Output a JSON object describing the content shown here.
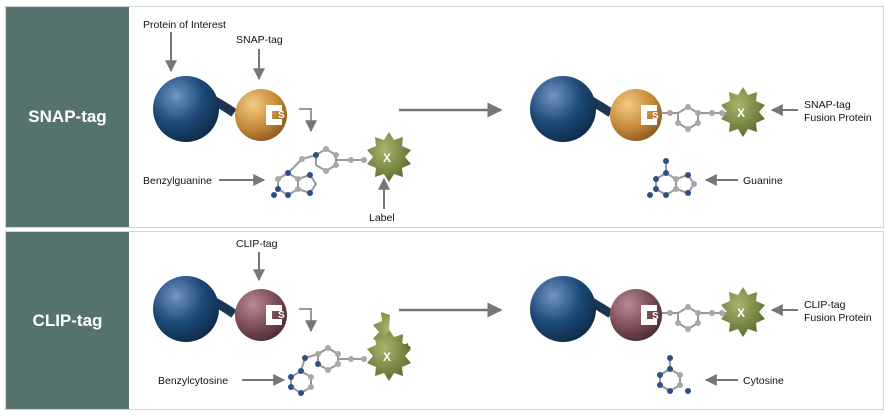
{
  "panels": {
    "snap": {
      "title": "SNAP-tag",
      "protein_label": "Protein of Interest",
      "tag_label": "SNAP-tag",
      "substrate_label": "Benzylguanine",
      "label_label": "Label",
      "fusion_label_line1": "SNAP-tag",
      "fusion_label_line2": "Fusion Protein",
      "product_label": "Guanine"
    },
    "clip": {
      "title": "CLIP-tag",
      "tag_label": "CLIP-tag",
      "substrate_label": "Benzylcytosine",
      "fusion_label_line1": "CLIP-tag",
      "fusion_label_line2": "Fusion Protein",
      "product_label": "Cytosine"
    }
  },
  "glyphs": {
    "thiol": "S",
    "label_marker": "X"
  },
  "colors": {
    "sidebar": "#55726e",
    "protein": "#1d4a78",
    "snap_tag": "#c78a3a",
    "clip_tag": "#7a4c55",
    "label_blob": "#6e7d3c",
    "arrow": "#777777",
    "atom_carbon": "#a8a8a8",
    "atom_nitrogen": "#2d4f86"
  }
}
